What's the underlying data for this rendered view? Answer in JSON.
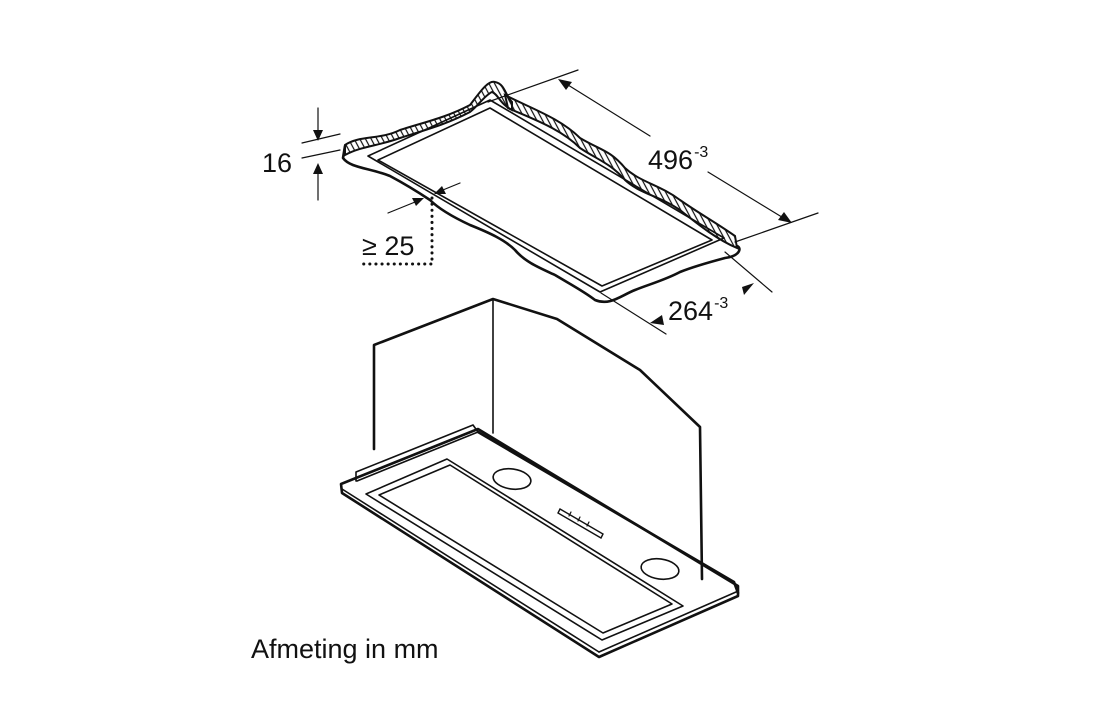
{
  "diagram": {
    "subject": "built-in cooker hood installation cutout",
    "caption": "Afmeting in mm",
    "dimensions": {
      "thickness": {
        "value": "16",
        "description": "cabinet/ceiling panel thickness"
      },
      "edge_clearance": {
        "value": "≥ 25",
        "description": "minimum distance from cutout to edge"
      },
      "cutout_length": {
        "value": "496",
        "tolerance": "-3"
      },
      "cutout_width": {
        "value": "264",
        "tolerance": "-3"
      }
    },
    "parts": [
      "ceiling panel with cutout (hatched section)",
      "cooker hood body",
      "filter frame",
      "two lights",
      "control buttons"
    ],
    "colors": {
      "line": "#111111",
      "background": "#ffffff"
    }
  }
}
